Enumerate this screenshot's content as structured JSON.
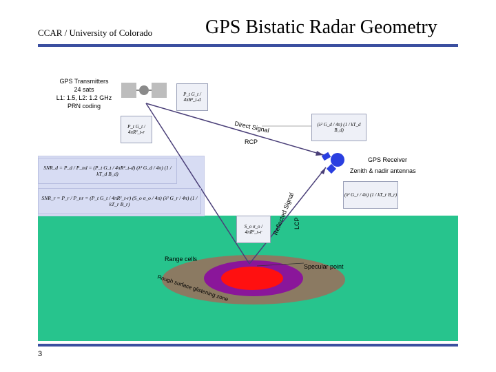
{
  "header": {
    "left_label": "CCAR / University of Colorado",
    "title": "GPS Bistatic Radar Geometry"
  },
  "transmitter": {
    "lines": [
      "GPS Transmitters",
      "24 sats",
      "L1: 1.5, L2: 1.2 GHz",
      "PRN coding"
    ]
  },
  "receiver": {
    "label": "GPS Receiver",
    "sublabel": "Zenith & nadir antennas"
  },
  "signals": {
    "direct": "Direct Signal",
    "direct_pol": "RCP",
    "reflected": "Reflected Signal",
    "reflected_pol": "LCP"
  },
  "surface": {
    "range_cells": "Range cells",
    "specular_point": "Specular point",
    "glistening_zone": "Rough surface glistening zone"
  },
  "equations": {
    "snr_direct": "SNR_d = P_d / P_nd = (P_t G_t / 4πR²_t-d) (λ² G_d / 4π) (1 / kT_d B_d)",
    "snr_reflected": "SNR_r = P_r / P_nr = (P_t G_t / 4πR²_t-r) (S_o σ_o / 4π) (λ² G_r / 4π) (1 / kT_r B_r)"
  },
  "formulas": {
    "tx_power": "P_t G_t / 4πR²_t-d",
    "direct_power": "P_t G_t / 4πR²_t-r",
    "receiver_gain_direct": "(λ² G_d / 4π) (1 / kT_d B_d)",
    "scatter": "S_o σ_o / 4πR²_s-r",
    "receiver_gain_reflected": "(λ² G_r / 4π) (1 / kT_r B_r)"
  },
  "page_number": "3",
  "colors": {
    "header_bar": "#3b4fa0",
    "sea": "#27c48d",
    "equation_band": "#d7dcf3",
    "zone_outer": "#8b7a62",
    "zone_middle": "#8a169a",
    "zone_inner": "#ff1010",
    "receiver": "#2a3fe0",
    "signal_line": "#4a3f78"
  }
}
